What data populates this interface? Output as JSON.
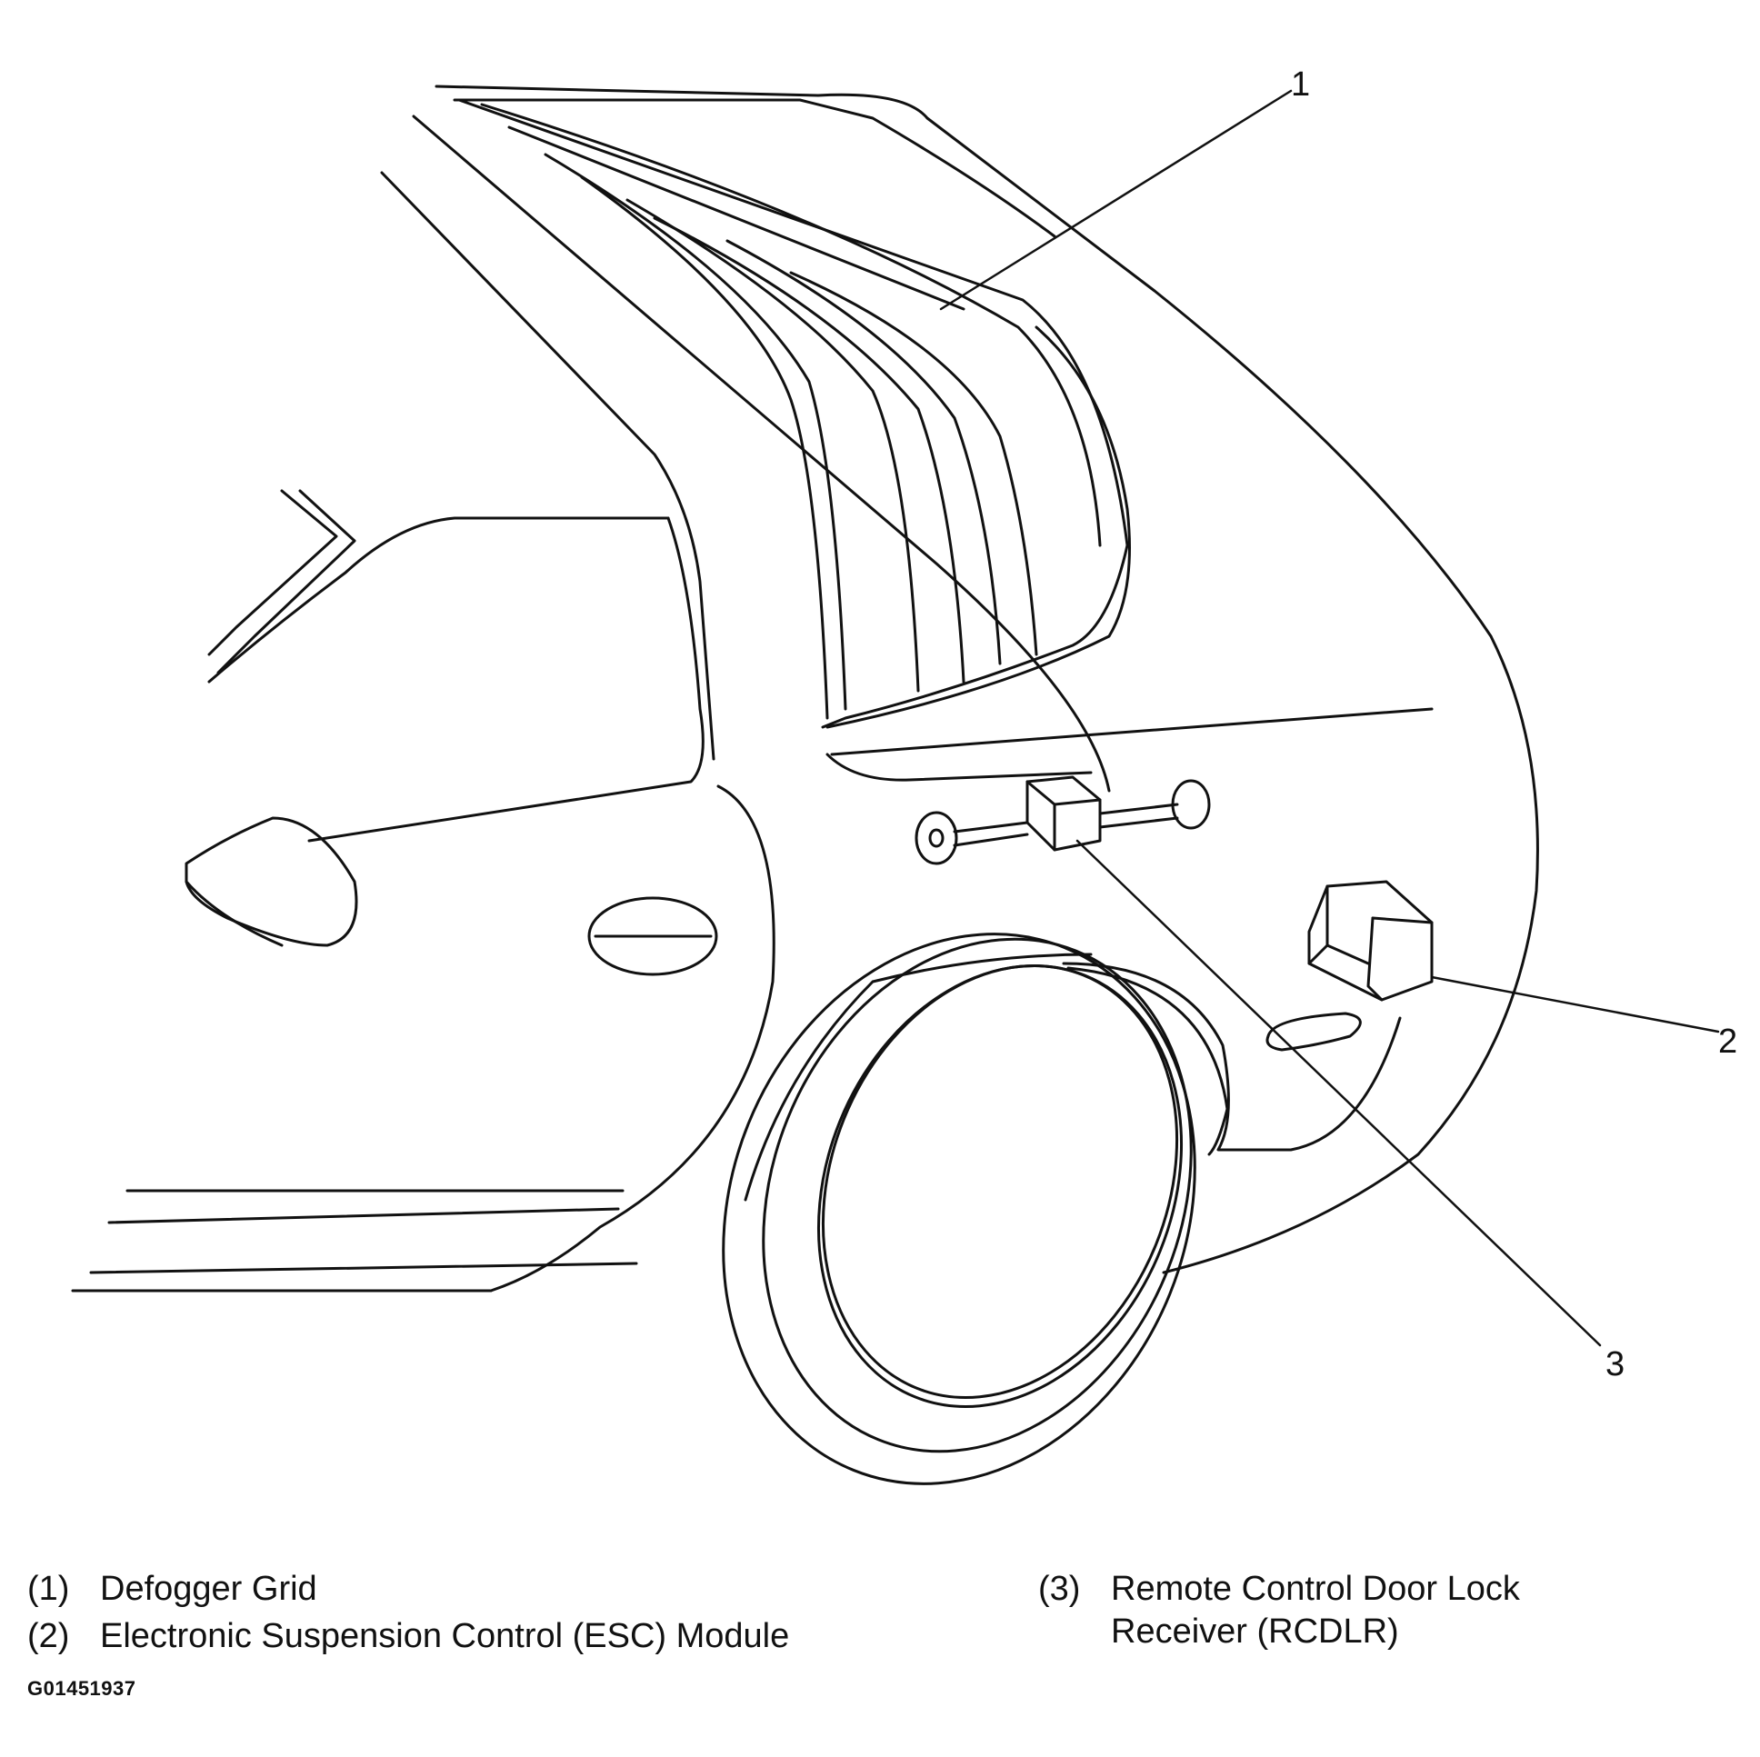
{
  "callouts": {
    "c1": "1",
    "c2": "2",
    "c3": "3"
  },
  "legend": {
    "items": [
      {
        "num": "(1)",
        "text": "Defogger Grid"
      },
      {
        "num": "(2)",
        "text": "Electronic Suspension Control (ESC) Module"
      },
      {
        "num": "(3)",
        "text": "Remote Control Door Lock",
        "text2": "Receiver (RCDLR)"
      }
    ]
  },
  "figure_id": "G01451937",
  "colors": {
    "line": "#111111",
    "background": "#ffffff"
  }
}
